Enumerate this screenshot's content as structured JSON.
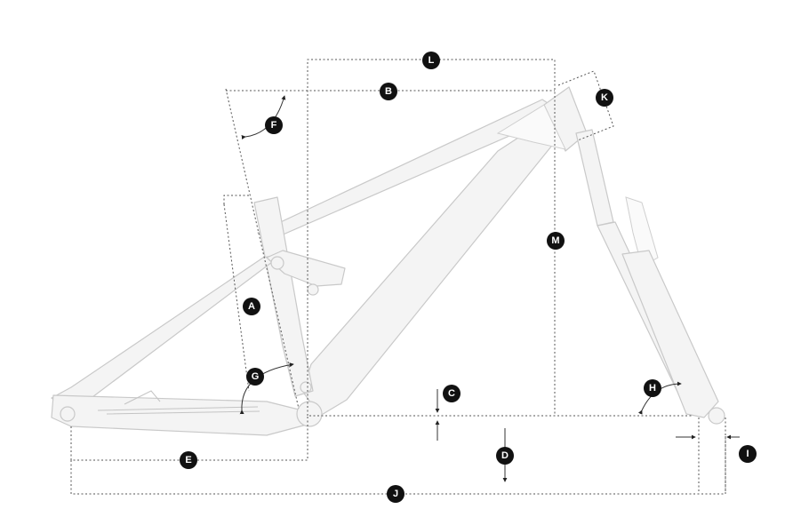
{
  "colors": {
    "badge_fill": "#111111",
    "badge_text": "#ffffff",
    "frame_fill": "#f4f4f4",
    "frame_stroke": "#c9c9c9",
    "dimension_line": "#555555"
  },
  "labels": {
    "A": "A",
    "B": "B",
    "C": "C",
    "D": "D",
    "E": "E",
    "F": "F",
    "G": "G",
    "H": "H",
    "I": "I",
    "J": "J",
    "K": "K",
    "L": "L",
    "M": "M"
  }
}
